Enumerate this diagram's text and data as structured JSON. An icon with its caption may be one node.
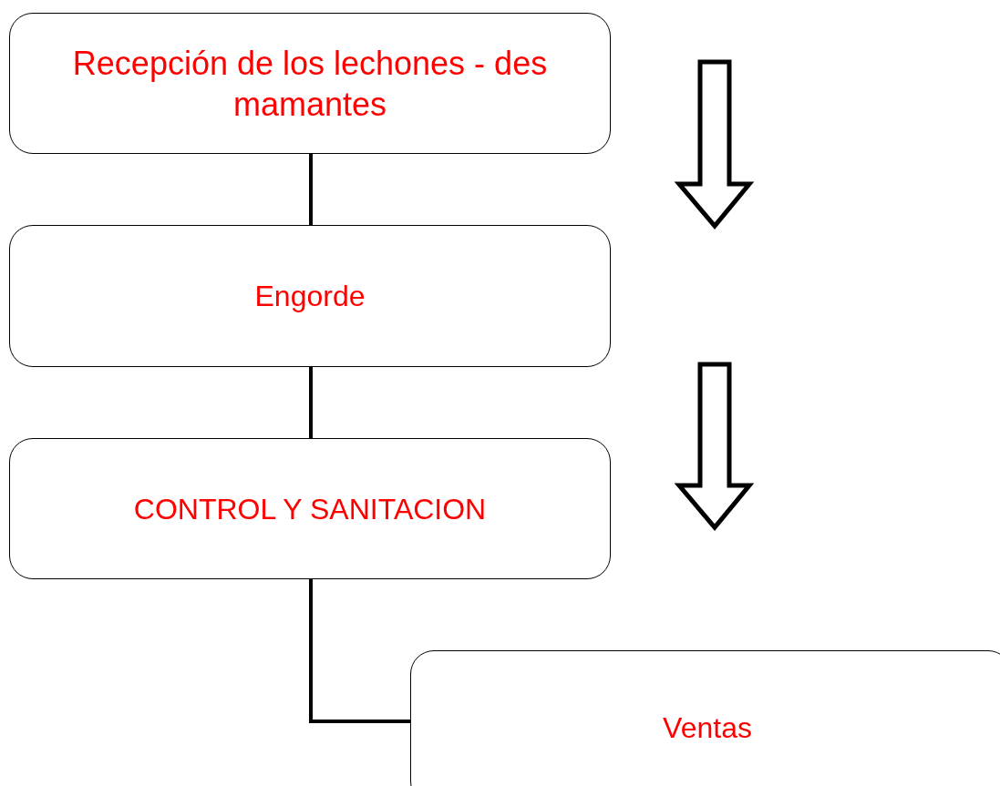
{
  "diagram": {
    "nodes": [
      {
        "text": [
          "Recepción de los lechones - des mamantes"
        ]
      },
      {
        "text": [
          "Engorde"
        ]
      },
      {
        "text": [
          "CONTROL Y SANITACION"
        ]
      },
      {
        "text": [
          "Ventas"
        ]
      }
    ],
    "edges": [
      {
        "from": 0,
        "to": 1,
        "arrow": "none"
      },
      {
        "from": 1,
        "to": 2,
        "arrow": "none"
      },
      {
        "from": 2,
        "to": 3,
        "arrow": "none"
      }
    ]
  }
}
